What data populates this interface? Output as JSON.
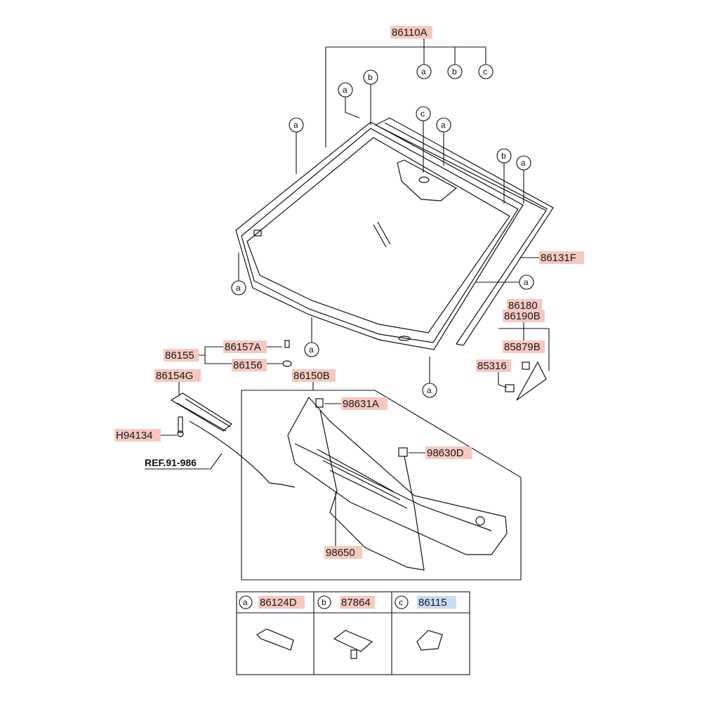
{
  "colors": {
    "label_bg": "#f6c8c0",
    "label_bg_alt": "#c8dcf4",
    "line": "#111111"
  },
  "labels": {
    "p86110A": "86110A",
    "p86131F": "86131F",
    "p86180": "86180",
    "p86190B": "86190B",
    "p85879B": "85879B",
    "p85316": "85316",
    "p86155": "86155",
    "p86157A": "86157A",
    "p86156": "86156",
    "p86154G": "86154G",
    "p86150B": "86150B",
    "p98631A": "98631A",
    "pH94134": "H94134",
    "p98630D": "98630D",
    "p98650": "98650",
    "ref": "REF.91-986"
  },
  "callouts": {
    "a": "a",
    "b": "b",
    "c": "c"
  },
  "legend": {
    "a_part": "86124D",
    "b_part": "87864",
    "c_part": "86115"
  }
}
